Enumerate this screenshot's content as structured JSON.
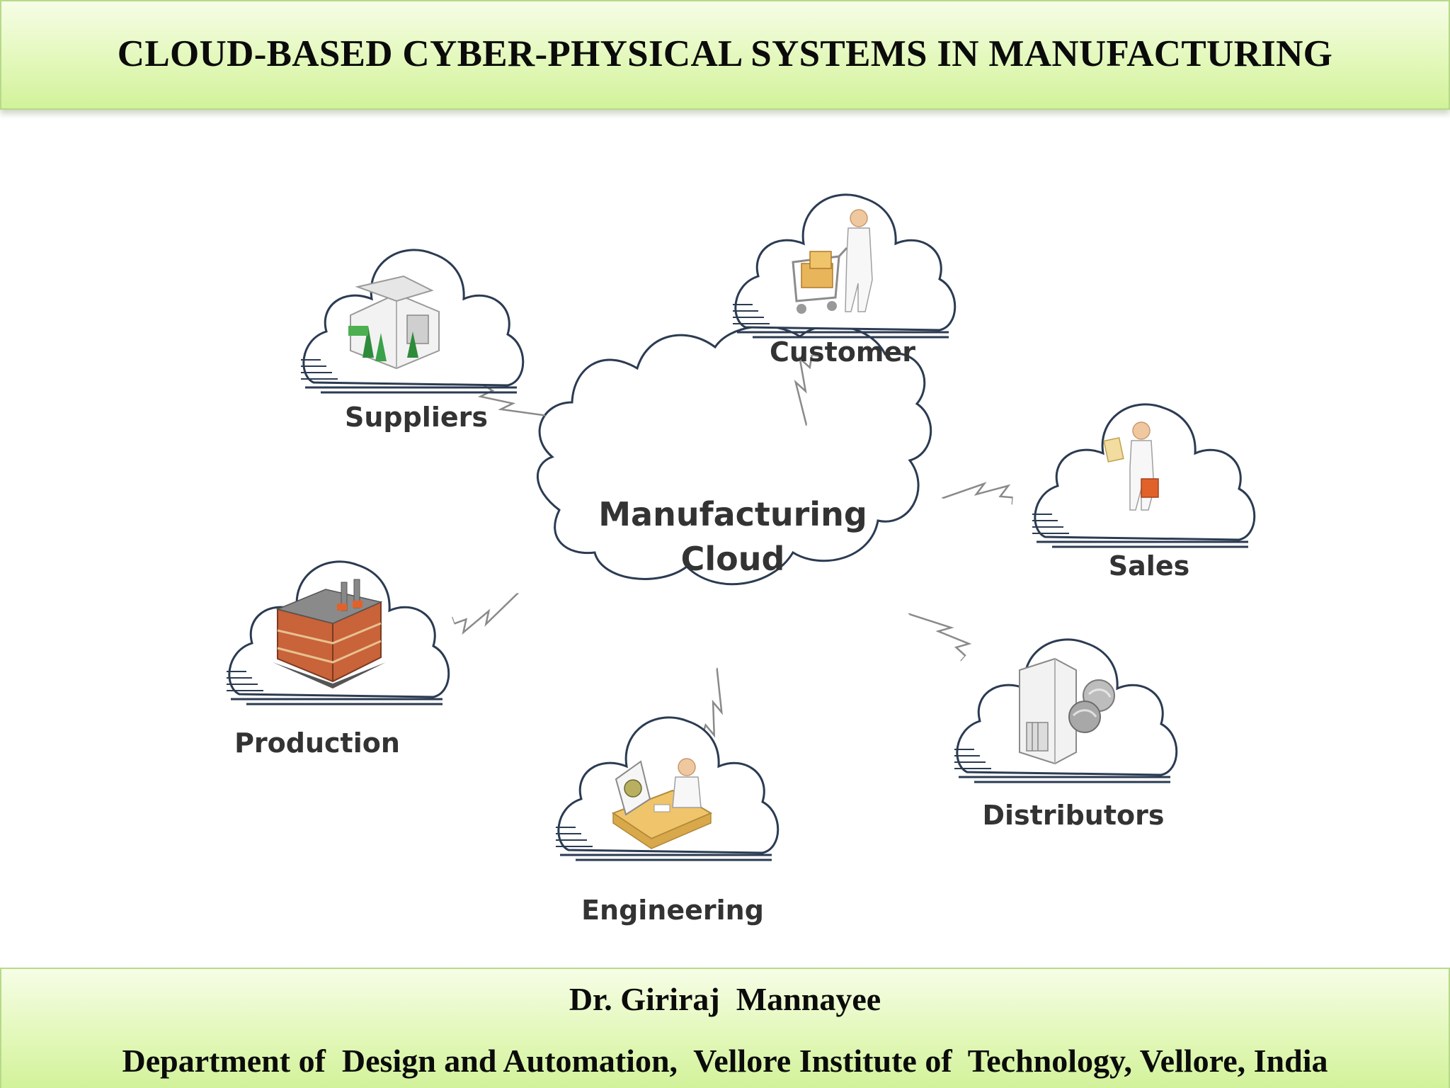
{
  "header": {
    "title": "CLOUD-BASED CYBER-PHYSICAL SYSTEMS IN MANUFACTURING"
  },
  "diagram": {
    "center": {
      "line1": "Manufacturing",
      "line2": "Cloud"
    },
    "nodes": [
      {
        "id": "suppliers",
        "label": "Suppliers",
        "icon": "office-building-icon"
      },
      {
        "id": "customer",
        "label": "Customer",
        "icon": "shopping-cart-person-icon"
      },
      {
        "id": "sales",
        "label": "Sales",
        "icon": "salesperson-briefcase-icon"
      },
      {
        "id": "production",
        "label": "Production",
        "icon": "factory-icon"
      },
      {
        "id": "engineering",
        "label": "Engineering",
        "icon": "engineer-desk-icon"
      },
      {
        "id": "distributors",
        "label": "Distributors",
        "icon": "warehouse-globe-icon"
      }
    ]
  },
  "footer": {
    "author": "Dr. Giriraj  Mannayee",
    "department": "Department of  Design and Automation,  Vellore Institute of  Technology, Vellore, India"
  }
}
